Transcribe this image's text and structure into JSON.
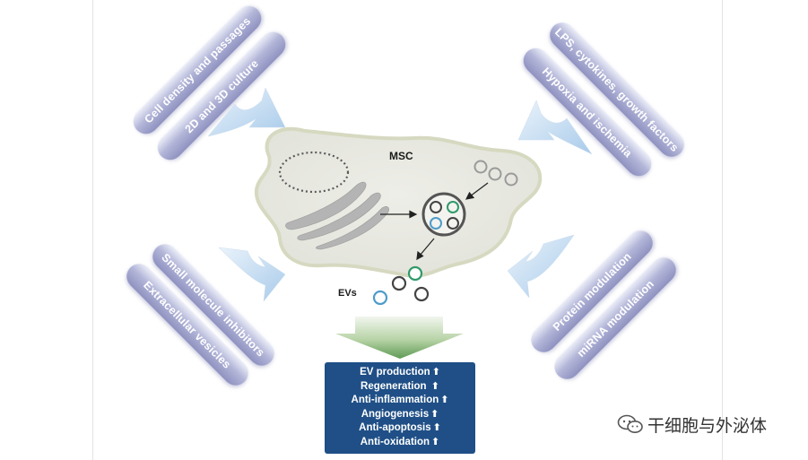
{
  "figure": {
    "cell_label": "MSC",
    "evs_label": "EVs",
    "factors": {
      "top_left": [
        "Cell density and passages",
        "2D and 3D culture"
      ],
      "top_right": [
        "LPS, cytokines, growth factors",
        "Hypoxia and ischemia"
      ],
      "bottom_left": [
        "Small molecule inhibitors",
        "Extracellular vesicles"
      ],
      "bottom_right": [
        "Protein modulation",
        "miRNA modulation"
      ]
    },
    "outcomes": [
      {
        "label": "EV production",
        "arrow": "⬆"
      },
      {
        "label": "Regeneration",
        "arrow": "⬆"
      },
      {
        "label": "Anti-inflammation",
        "arrow": "⬆"
      },
      {
        "label": "Angiogenesis",
        "arrow": "⬆"
      },
      {
        "label": "Anti-apoptosis",
        "arrow": "⬆"
      },
      {
        "label": "Anti-oxidation",
        "arrow": "⬆"
      }
    ],
    "colors": {
      "pill": "#a9abcf",
      "pill_dark": "#8c8fbd",
      "arrow": "#b9d3ec",
      "cell_fill": "#e7e8df",
      "cell_edge": "#d9dcc4",
      "box": "#1f4f86",
      "ev_dark": "#444444",
      "ev_green": "#2f9a6a",
      "ev_blue": "#4d9cc9"
    }
  },
  "watermark": {
    "icon": "wechat-icon",
    "text": "干细胞与外泌体"
  }
}
